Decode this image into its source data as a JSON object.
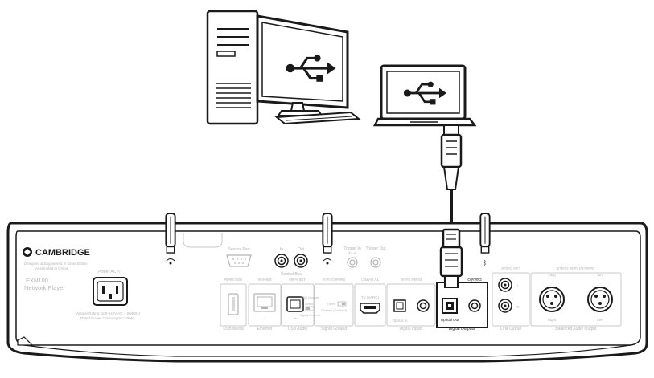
{
  "brand": {
    "name": "CAMBRIDGE",
    "tagline_1": "Designed & Engineered in Great Britain",
    "tagline_2": "Assembled in China",
    "model": "EXN100",
    "product": "Network Player"
  },
  "power": {
    "label": "Power AC ∿",
    "voltage": "Voltage Rating: 100-240V AC ~ 50/60Hz",
    "consumption": "Rated Power Consumption: 35W"
  },
  "top_row": {
    "service_port": "Service Port",
    "in": "In",
    "out": "Out",
    "control_bus": "Control Bus",
    "trigger_in": "Trigger In",
    "trigger_in_voltage": "3V in",
    "trigger_out": "Trigger Out"
  },
  "sections": {
    "usb_media_top": "USB Media",
    "usb_media_bottom": "USB Media",
    "ethernet_top": "Ethernet",
    "ethernet_bottom": "Ethernet",
    "usb_audio_top": "USB Audio",
    "usb_audio_bottom": "USB Audio",
    "usb_ground": "USB Ground",
    "lifted": "Lifted",
    "signal_ground_inner": "Signal Ground",
    "signal_ground_top": "Signal Ground",
    "lifted_2": "Lifted",
    "chassis_earthed": "Chassis (Earthed)",
    "signal_ground_bottom": "Signal Ground",
    "tv_earc_top": "TV (eARC)",
    "tv_earc": "TV (eARC)",
    "digital_inputs_top": "Digital Inputs",
    "optical_in": "Optical In",
    "digital_inputs_bottom": "Digital Inputs",
    "digital_outputs_top": "Digital O",
    "optical_out": "Optical Out",
    "digital_outputs_bottom": "Digital Outputs",
    "line_output_top": "Line Output",
    "line_l": "L",
    "line_r": "R",
    "line_output_bottom": "Line Output",
    "balanced_top": "Balanced Audio Output",
    "right_top": "Right",
    "left_top": "Left",
    "right_bottom": "Right",
    "left_bottom": "Left",
    "balanced_bottom": "Balanced Audio Output"
  },
  "icons": {
    "desktop_usb": "usb-icon",
    "laptop_usb": "usb-icon",
    "antenna": "antenna-icon",
    "bluetooth": "bluetooth-icon"
  }
}
